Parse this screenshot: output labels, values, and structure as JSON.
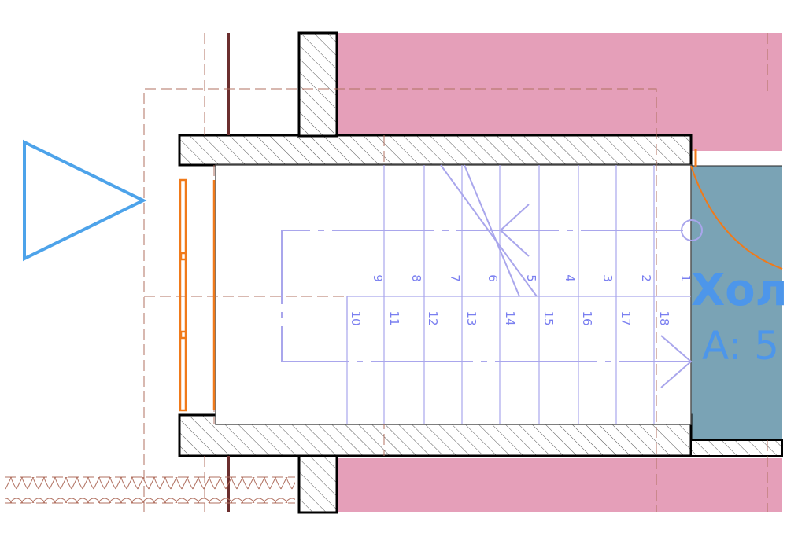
{
  "room": {
    "name": "Хол",
    "area": "A: 5"
  },
  "stair": {
    "upper_flight_numbers": [
      "9",
      "8",
      "7",
      "6",
      "5",
      "4",
      "3",
      "2",
      "1"
    ],
    "lower_flight_numbers": [
      "10",
      "11",
      "12",
      "13",
      "14",
      "15",
      "16",
      "17",
      "18"
    ]
  },
  "colors": {
    "pink_zone": "#e59fb9",
    "room_fill": "#7aa3b5",
    "stair_lines": "#a9a6ec",
    "stair_text": "#7a7ff0",
    "room_text": "#4d96ea",
    "section_marker": "#4da3ea",
    "window": "#f07a1a",
    "dashed_lines": "#b07060",
    "post": "#6b2e2e",
    "wall": "#000000"
  },
  "icons": {
    "section_marker": "triangle-section-marker-icon",
    "hatch": "diagonal-hatch-pattern",
    "insulation": "insulation-loop-pattern"
  }
}
